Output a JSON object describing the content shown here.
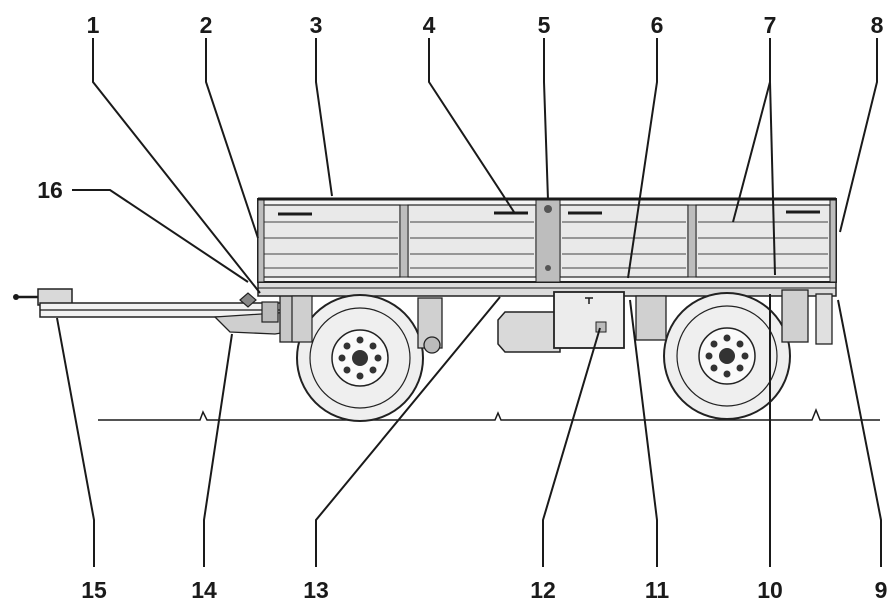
{
  "diagram": {
    "subject": "two-axle flatbed trailer side view",
    "callouts": [
      {
        "id": "1",
        "label": "1"
      },
      {
        "id": "2",
        "label": "2"
      },
      {
        "id": "3",
        "label": "3"
      },
      {
        "id": "4",
        "label": "4"
      },
      {
        "id": "5",
        "label": "5"
      },
      {
        "id": "6",
        "label": "6"
      },
      {
        "id": "7",
        "label": "7"
      },
      {
        "id": "8",
        "label": "8"
      },
      {
        "id": "9",
        "label": "9"
      },
      {
        "id": "10",
        "label": "10"
      },
      {
        "id": "11",
        "label": "11"
      },
      {
        "id": "12",
        "label": "12"
      },
      {
        "id": "13",
        "label": "13"
      },
      {
        "id": "14",
        "label": "14"
      },
      {
        "id": "15",
        "label": "15"
      },
      {
        "id": "16",
        "label": "16"
      }
    ]
  }
}
